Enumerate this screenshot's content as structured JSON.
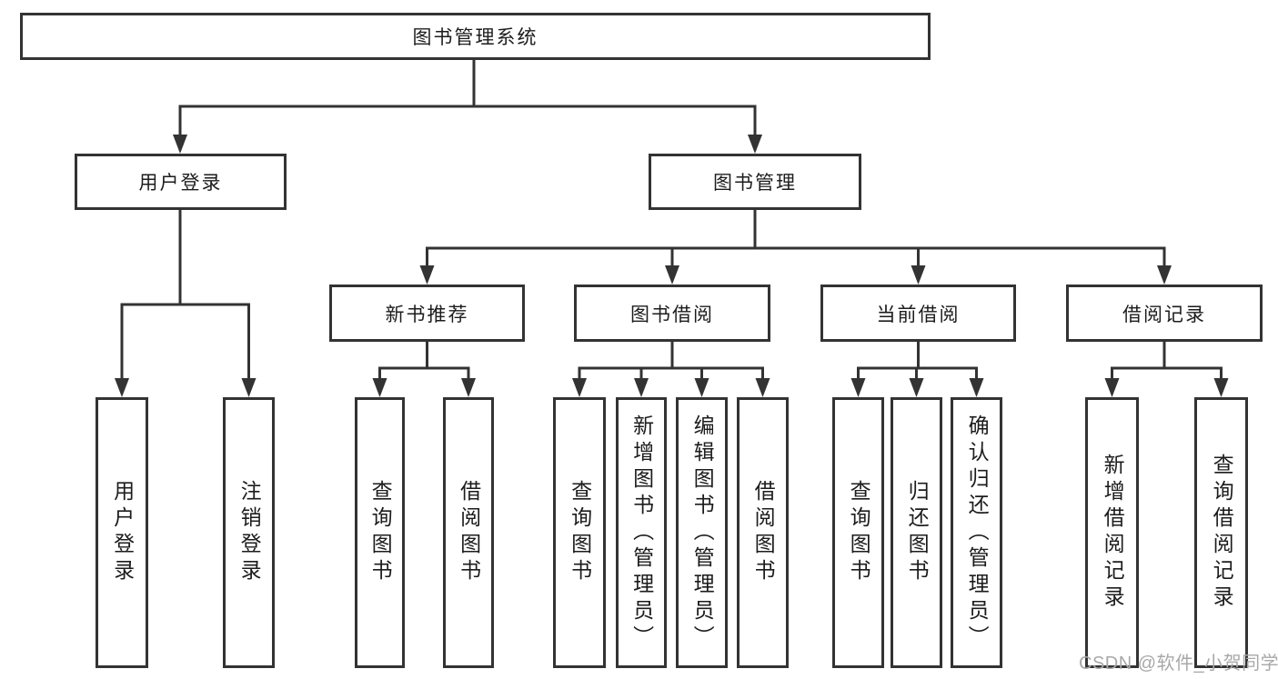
{
  "diagram": {
    "root": {
      "label": "图书管理系统"
    },
    "level2": [
      {
        "label": "用户登录"
      },
      {
        "label": "图书管理"
      }
    ],
    "level3": [
      {
        "label": "新书推荐",
        "parent": "图书管理"
      },
      {
        "label": "图书借阅",
        "parent": "图书管理"
      },
      {
        "label": "当前借阅",
        "parent": "图书管理"
      },
      {
        "label": "借阅记录",
        "parent": "图书管理"
      }
    ],
    "leaves": [
      {
        "label": "用户登录",
        "parent": "用户登录"
      },
      {
        "label": "注销登录",
        "parent": "用户登录"
      },
      {
        "label": "查询图书",
        "parent": "新书推荐"
      },
      {
        "label": "借阅图书",
        "parent": "新书推荐"
      },
      {
        "label": "查询图书",
        "parent": "图书借阅"
      },
      {
        "label": "新增图书（管理员）",
        "parent": "图书借阅"
      },
      {
        "label": "编辑图书（管理员）",
        "parent": "图书借阅"
      },
      {
        "label": "借阅图书",
        "parent": "图书借阅"
      },
      {
        "label": "查询图书",
        "parent": "当前借阅"
      },
      {
        "label": "归还图书",
        "parent": "当前借阅"
      },
      {
        "label": "确认归还（管理员）",
        "parent": "当前借阅"
      },
      {
        "label": "新增借阅记录",
        "parent": "借阅记录"
      },
      {
        "label": "查询借阅记录",
        "parent": "借阅记录"
      }
    ]
  },
  "watermark": {
    "text": "CSDN @软件_小贺同学"
  },
  "colors": {
    "line": "#333333",
    "box_border": "#333333",
    "text": "#1c1c1c",
    "watermark": "#a8a8a8",
    "background": "#ffffff"
  }
}
